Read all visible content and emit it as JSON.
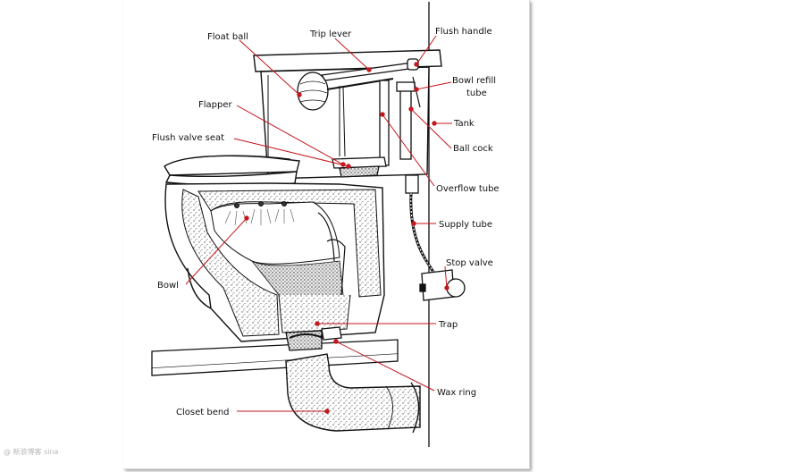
{
  "diagram": {
    "labels": {
      "float_ball": "Float ball",
      "trip_lever": "Trip lever",
      "flush_handle": "Flush handle",
      "bowl_refill_tube_1": "Bowl refill",
      "bowl_refill_tube_2": "tube",
      "flapper": "Flapper",
      "tank": "Tank",
      "flush_valve_seat": "Flush valve seat",
      "ball_cock": "Ball cock",
      "overflow_tube": "Overflow tube",
      "supply_tube": "Supply tube",
      "stop_valve": "Stop valve",
      "bowl": "Bowl",
      "trap": "Trap",
      "wax_ring": "Wax ring",
      "closet_bend": "Closet bend"
    },
    "colors": {
      "leader": "#c4161c",
      "ink": "#111111"
    }
  },
  "watermark": "@ 新浪博客 sina"
}
